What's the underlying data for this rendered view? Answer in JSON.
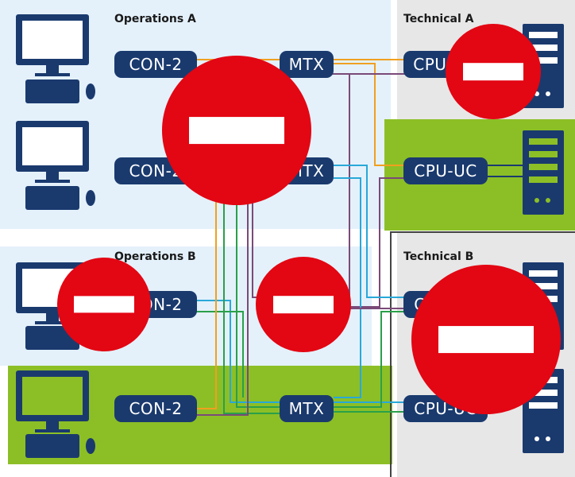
{
  "zones": {
    "operations_a": "Operations A",
    "operations_b": "Operations B",
    "technical_a": "Technical A",
    "technical_b": "Technical B"
  },
  "nodes": {
    "con2_r1": "CON-2",
    "mtx_r1": "MTX",
    "cpu_r1": "CPU-UC",
    "con2_r2": "CON-2",
    "mtx_r2": "MTX",
    "cpu_r2": "CPU-UC",
    "con2_r3": "CON-2",
    "cpu_r3": "CPU-UC",
    "con2_r4": "CON-2",
    "mtx_r4": "MTX",
    "cpu_r4": "CPU-UC"
  },
  "colors": {
    "node_navy": "#1a3a6e",
    "zone_light_blue": "#e4f1fb",
    "zone_green": "#8cbf26",
    "zone_grey": "#e7e7e7",
    "blocker_red": "#e30613",
    "line_orange": "#f0a020",
    "line_purple": "#7a4a78",
    "line_cyan": "#29a8d8",
    "line_green": "#2aa04a"
  }
}
